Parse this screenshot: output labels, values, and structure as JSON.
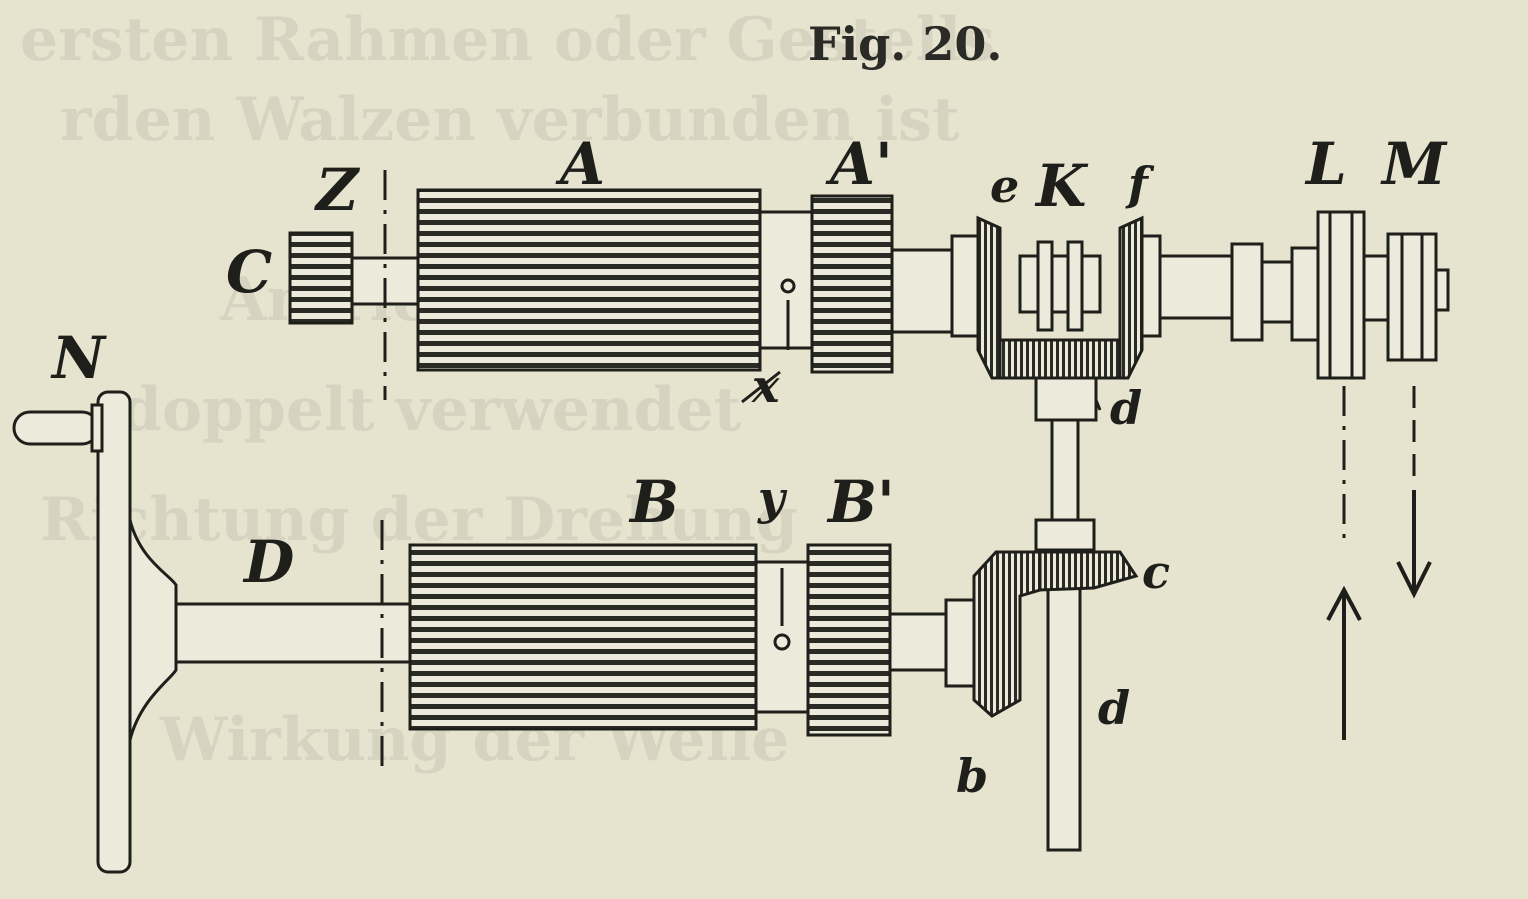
{
  "figure": {
    "title": "Fig. 20.",
    "labels": {
      "C": "C",
      "Z": "Z",
      "A": "A",
      "A_prime": "A'",
      "e": "e",
      "K": "K",
      "f": "f",
      "L": "L",
      "M": "M",
      "N": "N",
      "x": "x",
      "d_upper": "d",
      "B": "B",
      "y": "y",
      "B_prime": "B'",
      "D": "D",
      "c": "c",
      "d_lower": "d",
      "b": "b"
    }
  },
  "colors": {
    "paper": "#e6e4cf",
    "ink": "#1e1e1a"
  }
}
